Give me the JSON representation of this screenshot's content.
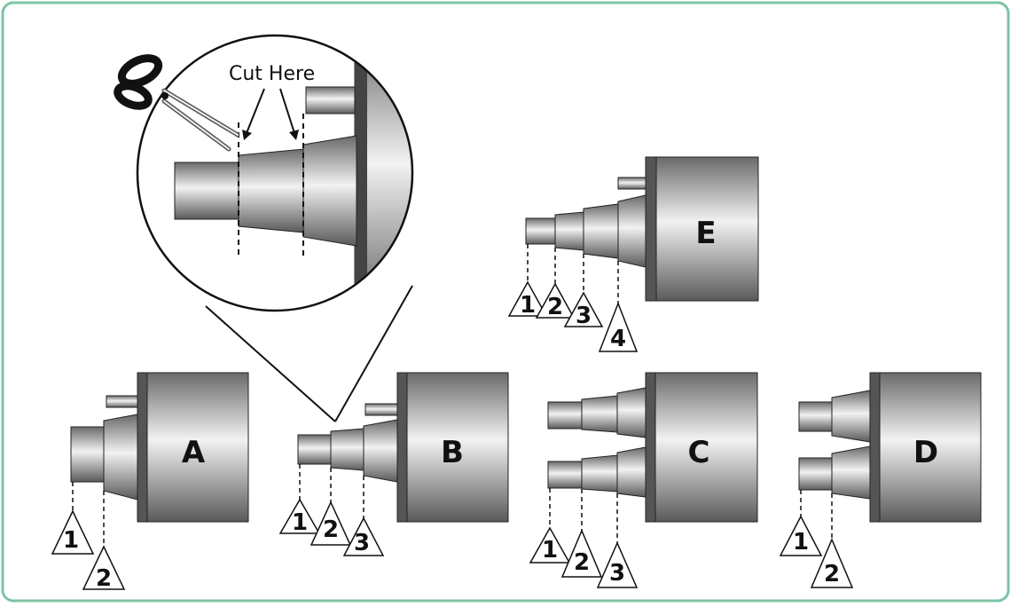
{
  "cut_label": "Cut Here",
  "colors": {
    "frame": "#7cc4a4",
    "body_dark": "#5f5f5f",
    "body_light": "#f2f2f2"
  },
  "icons": [
    "scissors-icon"
  ],
  "adapters": [
    {
      "letter": "A",
      "markers": [
        "1",
        "2"
      ]
    },
    {
      "letter": "B",
      "markers": [
        "1",
        "2",
        "3"
      ]
    },
    {
      "letter": "C",
      "markers": [
        "1",
        "2",
        "3"
      ]
    },
    {
      "letter": "D",
      "markers": [
        "1",
        "2"
      ]
    },
    {
      "letter": "E",
      "markers": [
        "1",
        "2",
        "3",
        "4"
      ]
    }
  ]
}
